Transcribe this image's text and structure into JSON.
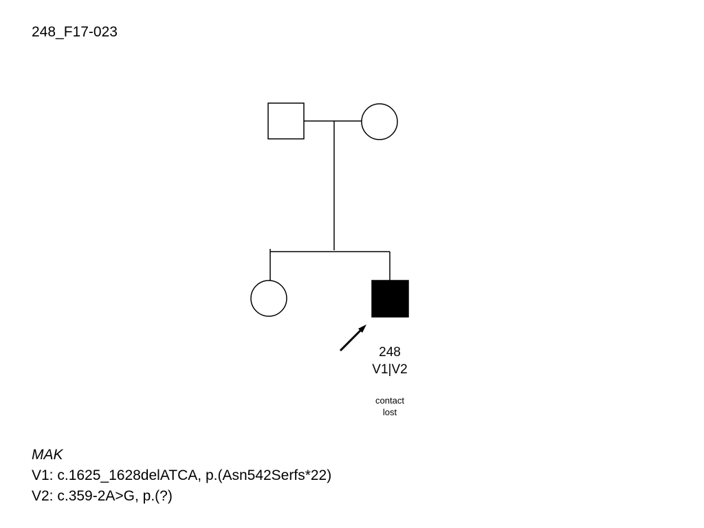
{
  "family_id": "248_F17-023",
  "proband": {
    "id": "248",
    "genotype": "V1|V2",
    "note_line1": "contact",
    "note_line2": "lost"
  },
  "legend": {
    "gene": "MAK",
    "variant1": "V1: c.1625_1628delATCA, p.(Asn542Serfs*22)",
    "variant2": "V2: c.359-2A>G,  p.(?)"
  },
  "colors": {
    "affected_fill": "#000000",
    "unaffected_fill": "#ffffff",
    "line": "#000000"
  }
}
